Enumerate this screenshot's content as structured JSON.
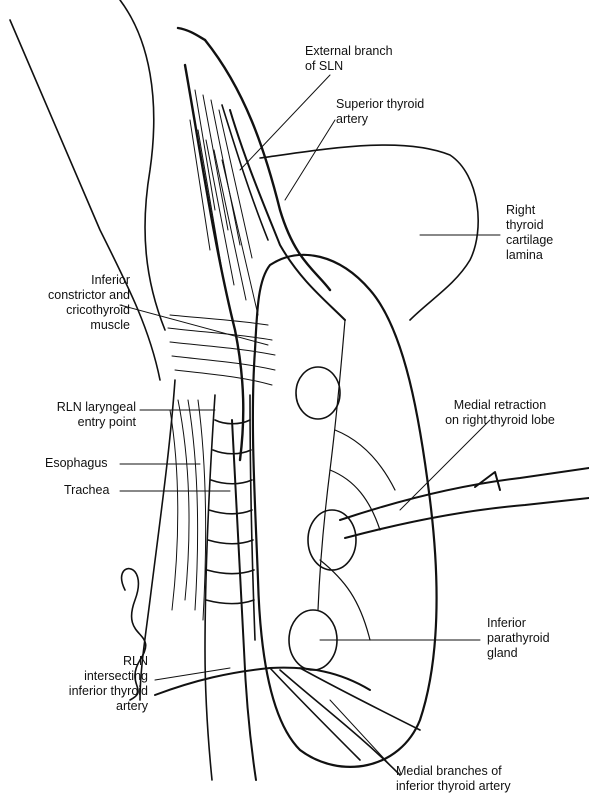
{
  "labels": {
    "external_branch_sln": "External branch\nof SLN",
    "superior_thyroid_artery": "Superior thyroid\nartery",
    "right_thyroid_cartilage_lamina": "Right\nthyroid\ncartilage\nlamina",
    "inferior_constrictor": "Inferior\nconstrictor and\ncricothyroid\nmuscle",
    "rln_laryngeal_entry": "RLN laryngeal\nentry point",
    "medial_retraction": "Medial retraction\non right thyroid lobe",
    "esophagus": "Esophagus",
    "trachea": "Trachea",
    "inferior_parathyroid": "Inferior\nparathyroid\ngland",
    "rln_intersecting": "RLN\nintersecting\ninferior thyroid\nartery",
    "medial_branches": "Medial branches of\ninferior thyroid artery"
  },
  "colors": {
    "ink": "#111111",
    "background": "#ffffff"
  }
}
